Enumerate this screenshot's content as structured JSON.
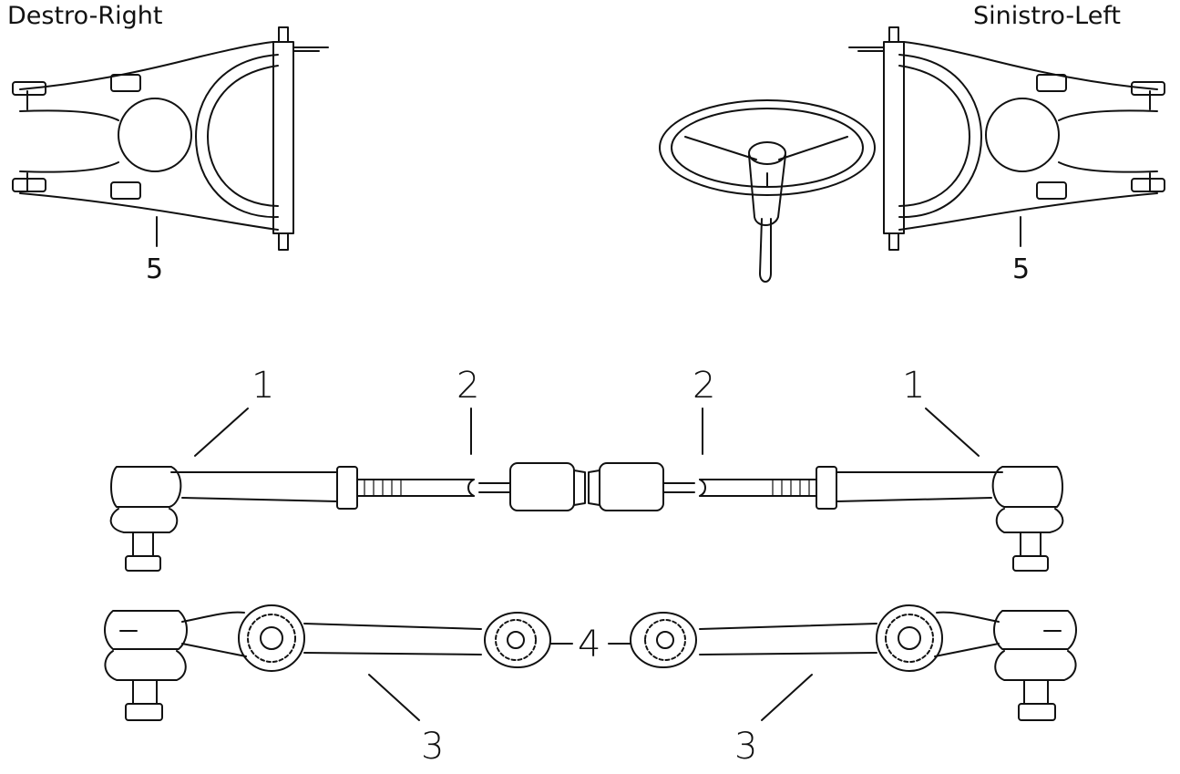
{
  "labels": {
    "right_side": "Destro-Right",
    "left_side": "Sinistro-Left"
  },
  "callouts": {
    "upper_arm_right": "5",
    "upper_arm_left": "5",
    "tie_rod_end_right": "1",
    "tie_rod_end_left": "1",
    "tie_rod_right": "2",
    "tie_rod_left": "2",
    "track_rod_right": "3",
    "track_rod_left": "3",
    "bushing": "4"
  }
}
